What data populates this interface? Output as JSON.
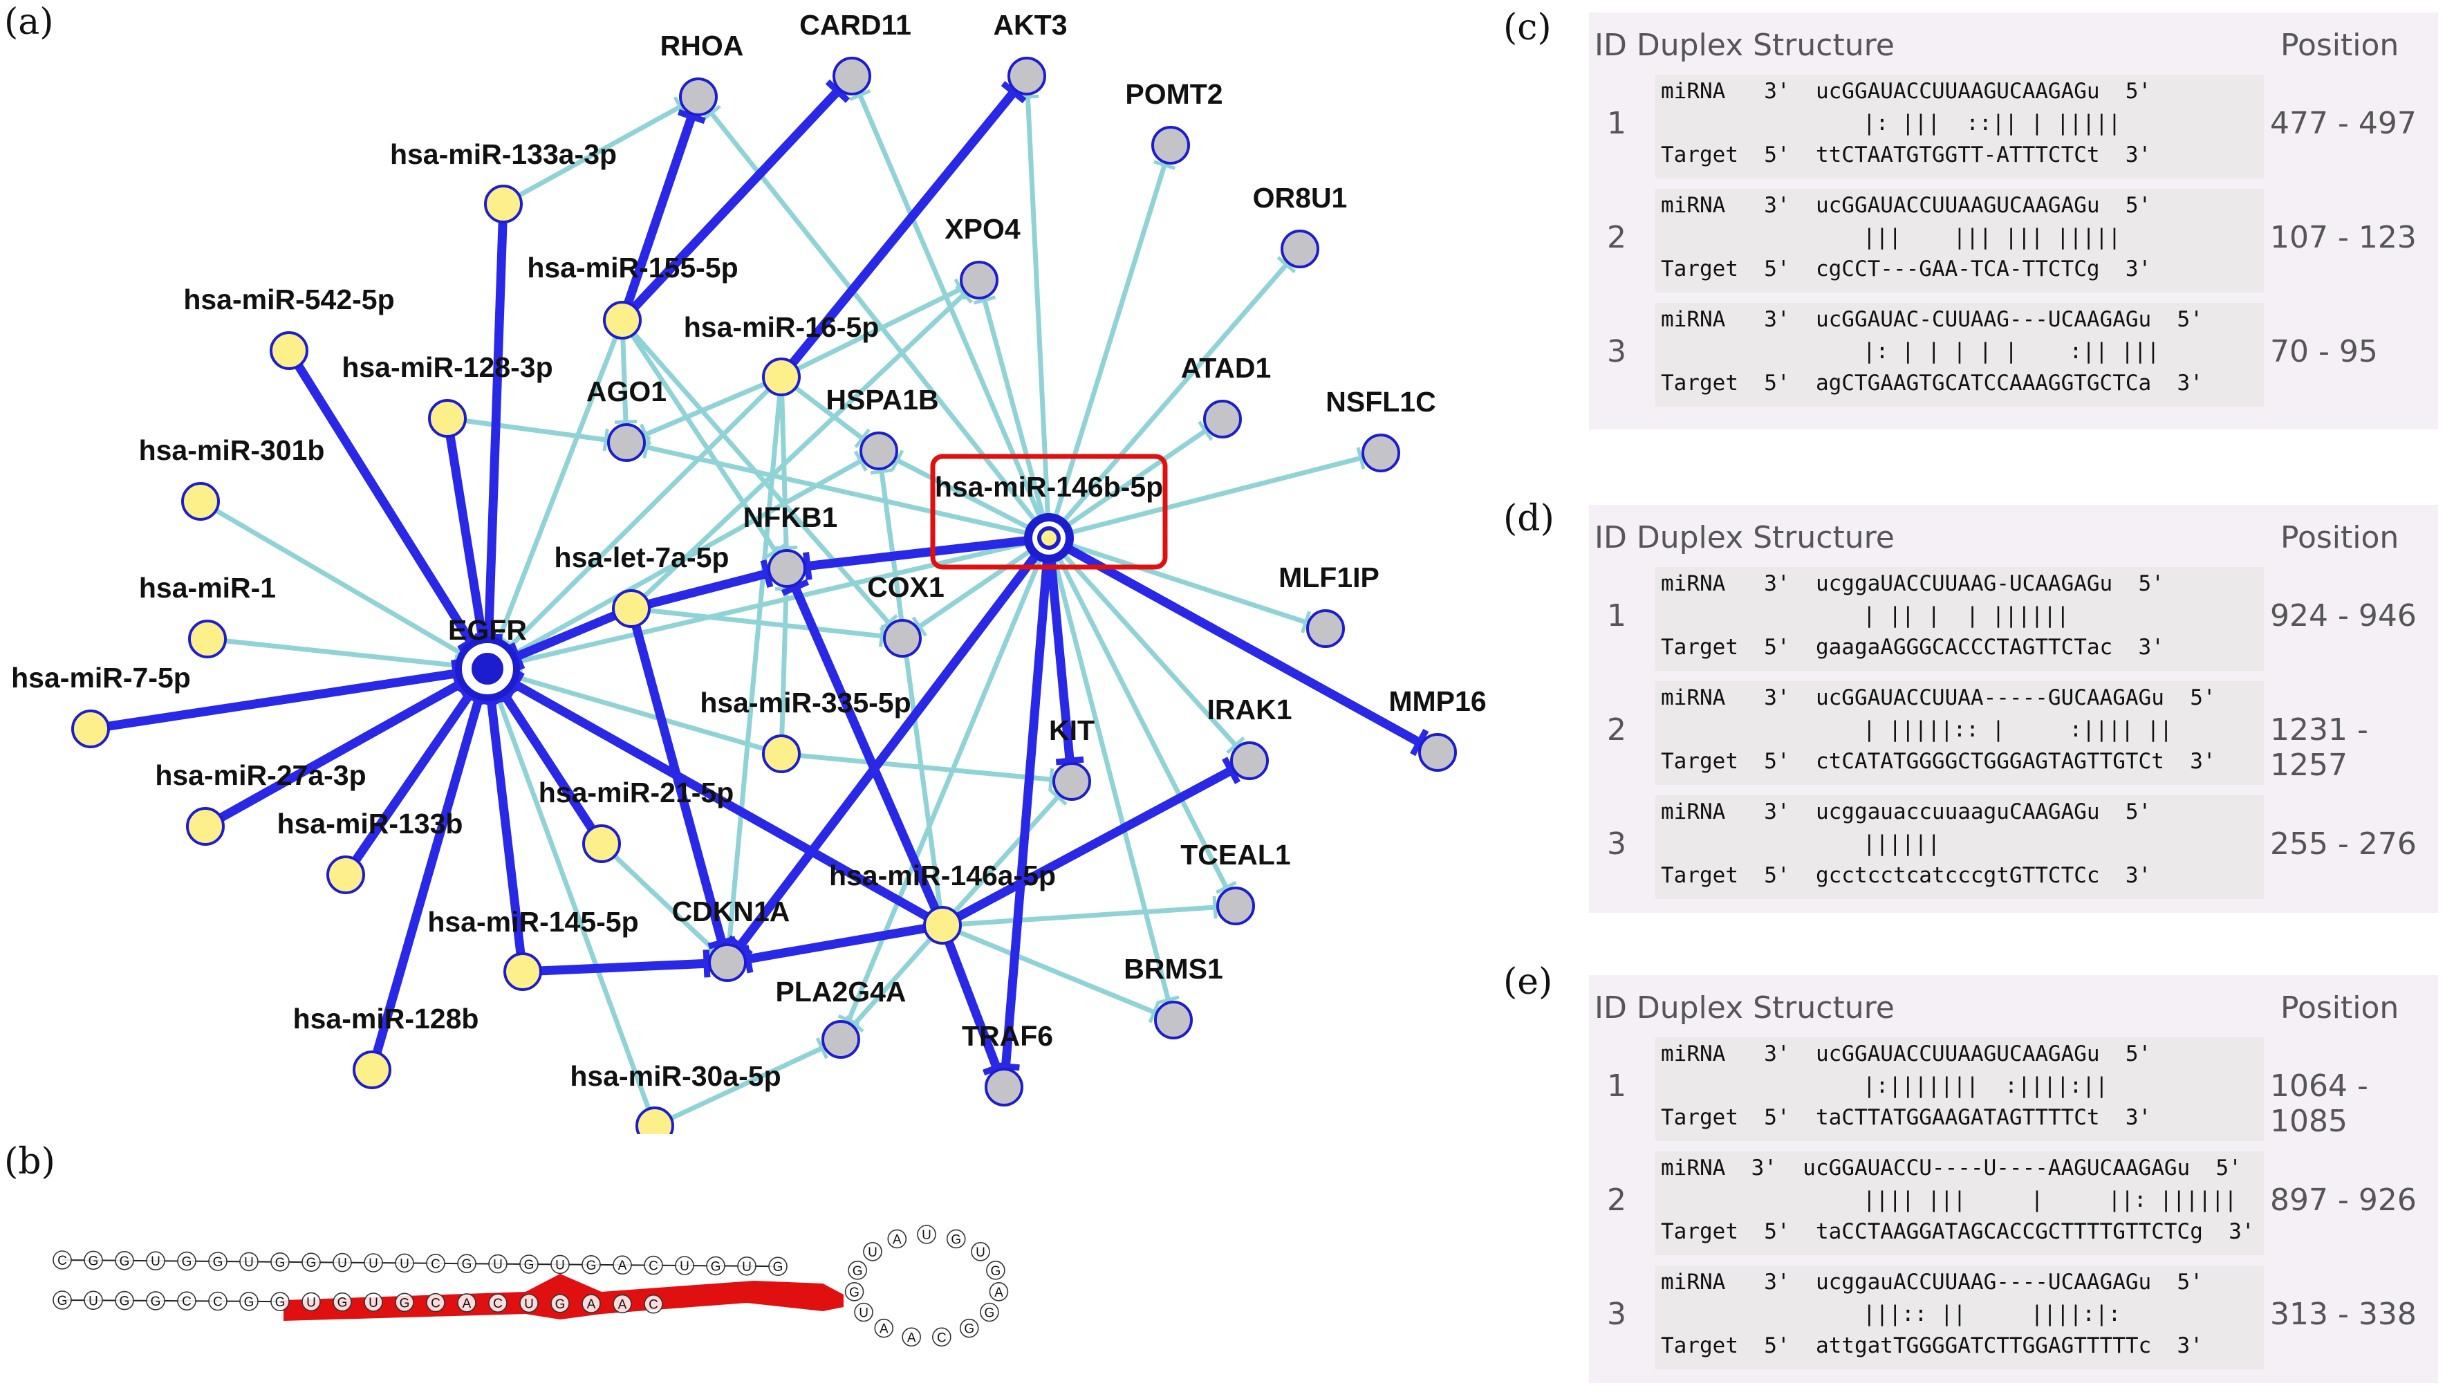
{
  "panel_labels": {
    "a": "(a)",
    "b": "(b)",
    "c": "(c)",
    "d": "(d)",
    "e": "(e)"
  },
  "colors": {
    "strong_edge": "#2828e6",
    "weak_edge": "#8fd3d6",
    "mirna_node_fill": "#fdf08a",
    "gene_node_fill": "#c4c4c8",
    "node_stroke": "#1d1dd0",
    "highlight_box": "#e01010",
    "seed_highlight": "#e01010"
  },
  "network": {
    "nodes": [
      {
        "id": "EGFR",
        "label": "EGFR",
        "kind": "hub"
      },
      {
        "id": "mir146b",
        "label": "hsa-miR-146b-5p",
        "kind": "hub",
        "highlighted": true
      },
      {
        "id": "RHOA",
        "label": "RHOA",
        "kind": "gene"
      },
      {
        "id": "CARD11",
        "label": "CARD11",
        "kind": "gene"
      },
      {
        "id": "AKT3",
        "label": "AKT3",
        "kind": "gene"
      },
      {
        "id": "POMT2",
        "label": "POMT2",
        "kind": "gene"
      },
      {
        "id": "OR8U1",
        "label": "OR8U1",
        "kind": "gene"
      },
      {
        "id": "XPO4",
        "label": "XPO4",
        "kind": "gene"
      },
      {
        "id": "ATAD1",
        "label": "ATAD1",
        "kind": "gene"
      },
      {
        "id": "NSFL1C",
        "label": "NSFL1C",
        "kind": "gene"
      },
      {
        "id": "AGO1",
        "label": "AGO1",
        "kind": "gene"
      },
      {
        "id": "HSPA1B",
        "label": "HSPA1B",
        "kind": "gene"
      },
      {
        "id": "NFKB1",
        "label": "NFKB1",
        "kind": "gene"
      },
      {
        "id": "COX1",
        "label": "COX1",
        "kind": "gene"
      },
      {
        "id": "MLF1IP",
        "label": "MLF1IP",
        "kind": "gene"
      },
      {
        "id": "MMP16",
        "label": "MMP16",
        "kind": "gene"
      },
      {
        "id": "KIT",
        "label": "KIT",
        "kind": "gene"
      },
      {
        "id": "IRAK1",
        "label": "IRAK1",
        "kind": "gene"
      },
      {
        "id": "TCEAL1",
        "label": "TCEAL1",
        "kind": "gene"
      },
      {
        "id": "BRMS1",
        "label": "BRMS1",
        "kind": "gene"
      },
      {
        "id": "TRAF6",
        "label": "TRAF6",
        "kind": "gene"
      },
      {
        "id": "CDKN1A",
        "label": "CDKN1A",
        "kind": "gene"
      },
      {
        "id": "PLA2G4A",
        "label": "PLA2G4A",
        "kind": "gene"
      },
      {
        "id": "mir133a",
        "label": "hsa-miR-133a-3p",
        "kind": "mirna"
      },
      {
        "id": "mir155",
        "label": "hsa-miR-155-5p",
        "kind": "mirna"
      },
      {
        "id": "mir16",
        "label": "hsa-miR-16-5p",
        "kind": "mirna"
      },
      {
        "id": "mir542",
        "label": "hsa-miR-542-5p",
        "kind": "mirna"
      },
      {
        "id": "mir128_3p",
        "label": "hsa-miR-128-3p",
        "kind": "mirna"
      },
      {
        "id": "mir301b",
        "label": "hsa-miR-301b",
        "kind": "mirna"
      },
      {
        "id": "mir1",
        "label": "hsa-miR-1",
        "kind": "mirna"
      },
      {
        "id": "mir7",
        "label": "hsa-miR-7-5p",
        "kind": "mirna"
      },
      {
        "id": "mir27a",
        "label": "hsa-miR-27a-3p",
        "kind": "mirna"
      },
      {
        "id": "mir133b",
        "label": "hsa-miR-133b",
        "kind": "mirna"
      },
      {
        "id": "mir128b",
        "label": "hsa-miR-128b",
        "kind": "mirna"
      },
      {
        "id": "mir145",
        "label": "hsa-miR-145-5p",
        "kind": "mirna"
      },
      {
        "id": "let7a",
        "label": "hsa-let-7a-5p",
        "kind": "mirna"
      },
      {
        "id": "mir335",
        "label": "hsa-miR-335-5p",
        "kind": "mirna"
      },
      {
        "id": "mir21",
        "label": "hsa-miR-21-5p",
        "kind": "mirna"
      },
      {
        "id": "mir146a",
        "label": "hsa-miR-146a-5p",
        "kind": "mirna"
      },
      {
        "id": "mir30a",
        "label": "hsa-miR-30a-5p",
        "kind": "mirna"
      }
    ],
    "edges": [
      {
        "from": "mir133a",
        "to": "EGFR",
        "weight": "strong"
      },
      {
        "from": "mir542",
        "to": "EGFR",
        "weight": "strong"
      },
      {
        "from": "mir128_3p",
        "to": "EGFR",
        "weight": "strong"
      },
      {
        "from": "mir7",
        "to": "EGFR",
        "weight": "strong"
      },
      {
        "from": "mir27a",
        "to": "EGFR",
        "weight": "strong"
      },
      {
        "from": "mir133b",
        "to": "EGFR",
        "weight": "strong"
      },
      {
        "from": "mir128b",
        "to": "EGFR",
        "weight": "strong"
      },
      {
        "from": "mir145",
        "to": "EGFR",
        "weight": "strong"
      },
      {
        "from": "mir21",
        "to": "EGFR",
        "weight": "strong"
      },
      {
        "from": "mir146a",
        "to": "EGFR",
        "weight": "strong"
      },
      {
        "from": "let7a",
        "to": "EGFR",
        "weight": "strong"
      },
      {
        "from": "mir155",
        "to": "EGFR",
        "weight": "weak"
      },
      {
        "from": "mir1",
        "to": "EGFR",
        "weight": "weak"
      },
      {
        "from": "mir301b",
        "to": "EGFR",
        "weight": "weak"
      },
      {
        "from": "mir335",
        "to": "EGFR",
        "weight": "weak"
      },
      {
        "from": "mir16",
        "to": "EGFR",
        "weight": "weak"
      },
      {
        "from": "mir146b",
        "to": "EGFR",
        "weight": "weak"
      },
      {
        "from": "mir30a",
        "to": "EGFR",
        "weight": "weak"
      },
      {
        "from": "mir155",
        "to": "RHOA",
        "weight": "strong"
      },
      {
        "from": "mir155",
        "to": "CARD11",
        "weight": "strong"
      },
      {
        "from": "mir16",
        "to": "AKT3",
        "weight": "strong"
      },
      {
        "from": "mir146b",
        "to": "NFKB1",
        "weight": "strong"
      },
      {
        "from": "mir146b",
        "to": "MMP16",
        "weight": "strong"
      },
      {
        "from": "mir146b",
        "to": "CDKN1A",
        "weight": "strong"
      },
      {
        "from": "mir146b",
        "to": "TRAF6",
        "weight": "strong"
      },
      {
        "from": "mir146b",
        "to": "KIT",
        "weight": "strong"
      },
      {
        "from": "mir146a",
        "to": "NFKB1",
        "weight": "strong"
      },
      {
        "from": "mir146a",
        "to": "CDKN1A",
        "weight": "strong"
      },
      {
        "from": "mir146a",
        "to": "IRAK1",
        "weight": "strong"
      },
      {
        "from": "mir146a",
        "to": "TRAF6",
        "weight": "strong"
      },
      {
        "from": "let7a",
        "to": "NFKB1",
        "weight": "strong"
      },
      {
        "from": "let7a",
        "to": "CDKN1A",
        "weight": "strong"
      },
      {
        "from": "mir145",
        "to": "CDKN1A",
        "weight": "strong"
      },
      {
        "from": "mir133a",
        "to": "RHOA",
        "weight": "weak"
      },
      {
        "from": "mir146b",
        "to": "RHOA",
        "weight": "weak"
      },
      {
        "from": "mir146b",
        "to": "CARD11",
        "weight": "weak"
      },
      {
        "from": "mir146b",
        "to": "AKT3",
        "weight": "weak"
      },
      {
        "from": "mir146b",
        "to": "POMT2",
        "weight": "weak"
      },
      {
        "from": "mir146b",
        "to": "OR8U1",
        "weight": "weak"
      },
      {
        "from": "mir146b",
        "to": "XPO4",
        "weight": "weak"
      },
      {
        "from": "mir146b",
        "to": "ATAD1",
        "weight": "weak"
      },
      {
        "from": "mir146b",
        "to": "NSFL1C",
        "weight": "weak"
      },
      {
        "from": "mir146b",
        "to": "HSPA1B",
        "weight": "weak"
      },
      {
        "from": "mir146b",
        "to": "AGO1",
        "weight": "weak"
      },
      {
        "from": "mir146b",
        "to": "COX1",
        "weight": "weak"
      },
      {
        "from": "mir146b",
        "to": "MLF1IP",
        "weight": "weak"
      },
      {
        "from": "mir146b",
        "to": "IRAK1",
        "weight": "weak"
      },
      {
        "from": "mir146b",
        "to": "TCEAL1",
        "weight": "weak"
      },
      {
        "from": "mir146b",
        "to": "BRMS1",
        "weight": "weak"
      },
      {
        "from": "mir146b",
        "to": "PLA2G4A",
        "weight": "weak"
      },
      {
        "from": "mir16",
        "to": "XPO4",
        "weight": "weak"
      },
      {
        "from": "mir16",
        "to": "HSPA1B",
        "weight": "weak"
      },
      {
        "from": "mir16",
        "to": "NFKB1",
        "weight": "weak"
      },
      {
        "from": "mir16",
        "to": "CDKN1A",
        "weight": "weak"
      },
      {
        "from": "mir16",
        "to": "AGO1",
        "weight": "weak"
      },
      {
        "from": "mir128_3p",
        "to": "AGO1",
        "weight": "weak"
      },
      {
        "from": "mir155",
        "to": "AGO1",
        "weight": "weak"
      },
      {
        "from": "mir155",
        "to": "NFKB1",
        "weight": "weak"
      },
      {
        "from": "mir155",
        "to": "COX1",
        "weight": "weak"
      },
      {
        "from": "let7a",
        "to": "XPO4",
        "weight": "weak"
      },
      {
        "from": "let7a",
        "to": "COX1",
        "weight": "weak"
      },
      {
        "from": "mir335",
        "to": "NFKB1",
        "weight": "weak"
      },
      {
        "from": "mir335",
        "to": "KIT",
        "weight": "weak"
      },
      {
        "from": "mir21",
        "to": "CDKN1A",
        "weight": "weak"
      },
      {
        "from": "mir30a",
        "to": "PLA2G4A",
        "weight": "weak"
      },
      {
        "from": "mir146a",
        "to": "KIT",
        "weight": "weak"
      },
      {
        "from": "mir146a",
        "to": "TCEAL1",
        "weight": "weak"
      },
      {
        "from": "mir146a",
        "to": "BRMS1",
        "weight": "weak"
      },
      {
        "from": "mir146a",
        "to": "PLA2G4A",
        "weight": "weak"
      },
      {
        "from": "mir146a",
        "to": "HSPA1B",
        "weight": "weak"
      },
      {
        "from": "EGFR",
        "to": "HSPA1B",
        "weight": "weak"
      }
    ]
  },
  "structure_b": {
    "left_top": "CGGUGGUGGUUUCGUGUGACUGUG",
    "left_bottom": "GUGGCCGGUGUGCACUGAAC",
    "loop_right": "UGUGAGGCAAUGGUA"
  },
  "duplex_panels": [
    {
      "id": "c",
      "header_left": "ID Duplex Structure",
      "header_right": "Position",
      "rows": [
        {
          "id": "1",
          "mirna": "miRNA   3'  ucGGAUACCUUAAGUCAAGAGu  5'",
          "pairing": "|: |||  ::|| | |||||",
          "target": "Target  5'  ttCTAATGTGGTT-ATTTCTCt  3'",
          "position": "477 - 497"
        },
        {
          "id": "2",
          "mirna": "miRNA   3'  ucGGAUACCUUAAGUCAAGAGu  5'",
          "pairing": "|||    ||| ||| |||||",
          "target": "Target  5'  cgCCT---GAA-TCA-TTCTCg  3'",
          "position": "107 - 123"
        },
        {
          "id": "3",
          "mirna": "miRNA   3'  ucGGAUAC-CUUAAG---UCAAGAGu  5'",
          "pairing": "|: | | | | |    :|| |||",
          "target": "Target  5'  agCTGAAGTGCATCCAAAGGTGCTCa  3'",
          "position": "70 - 95"
        }
      ]
    },
    {
      "id": "d",
      "header_left": "ID Duplex Structure",
      "header_right": "Position",
      "rows": [
        {
          "id": "1",
          "mirna": "miRNA   3'  ucggaUACCUUAAG-UCAAGAGu  5'",
          "pairing": "| || |  | ||||||",
          "target": "Target  5'  gaagaAGGGCACCCTAGTTCTac  3'",
          "position": "924 - 946"
        },
        {
          "id": "2",
          "mirna": "miRNA   3'  ucGGAUACCUUAA-----GUCAAGAGu  5'",
          "pairing": "| |||||:: |     :|||| ||",
          "target": "Target  5'  ctCATATGGGGCTGGGAGTAGTTGTCt  3'",
          "position": "1231 - 1257"
        },
        {
          "id": "3",
          "mirna": "miRNA   3'  ucggauaccuuaaguCAAGAGu  5'",
          "pairing": "||||||",
          "target": "Target  5'  gcctcctcatcccgtGTTCTCc  3'",
          "position": "255 - 276"
        }
      ]
    },
    {
      "id": "e",
      "header_left": "ID Duplex Structure",
      "header_right": "Position",
      "rows": [
        {
          "id": "1",
          "mirna": "miRNA   3'  ucGGAUACCUUAAGUCAAGAGu  5'",
          "pairing": "|:|||||||  :||||:||",
          "target": "Target  5'  taCTTATGGAAGATAGTTTTCt  3'",
          "position": "1064 - 1085"
        },
        {
          "id": "2",
          "mirna": "miRNA  3'  ucGGAUACCU----U----AAGUCAAGAGu  5'",
          "pairing": "|||| |||     |     ||: ||||||",
          "target": "Target  5'  taCCTAAGGATAGCACCGCTTTTGTTCTCg  3'",
          "position": "897 - 926"
        },
        {
          "id": "3",
          "mirna": "miRNA   3'  ucggauACCUUAAG----UCAAGAGu  5'",
          "pairing": "|||:: ||     ||||:|:",
          "target": "Target  5'  attgatTGGGGATCTTGGAGTTTTTc  3'",
          "position": "313 - 338"
        }
      ]
    }
  ]
}
